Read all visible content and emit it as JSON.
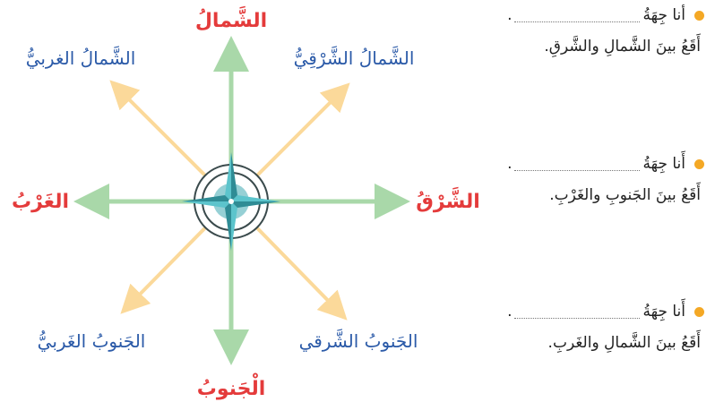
{
  "directions": {
    "north": "الشَّمالُ",
    "south": "الْجَنوبُ",
    "east": "الشَّرْقُ",
    "west": "الغَرْبُ",
    "northeast": "الشَّمالُ الشَّرْقِيُّ",
    "northwest": "الشَّمالُ الغربيُّ",
    "southeast": "الجَنوبُ الشَّرقي",
    "southwest": "الجَنوبُ الغَربيُّ"
  },
  "riddles": [
    {
      "prefix": "أنا جِهَةُ",
      "suffix": ".",
      "clue": "أَقَعُ بينَ الشَّمالِ والشَّرقِ."
    },
    {
      "prefix": "أَنا جِهَةُ",
      "suffix": ".",
      "clue": "أَقَعُ بينَ الجَنوبِ والغَرْبِ."
    },
    {
      "prefix": "أَنا جِهَةُ",
      "suffix": ".",
      "clue": "أَقَعُ بينَ الشَّمالِ والغَربِ."
    }
  ],
  "colors": {
    "cardinal_arrow": "#a9d8a9",
    "diagonal_arrow": "#fbd99a",
    "cardinal_label": "#e43b3b",
    "diagonal_label": "#2b5aa8",
    "rose_teal": "#3fa9b3",
    "bullet": "#f4a825"
  }
}
